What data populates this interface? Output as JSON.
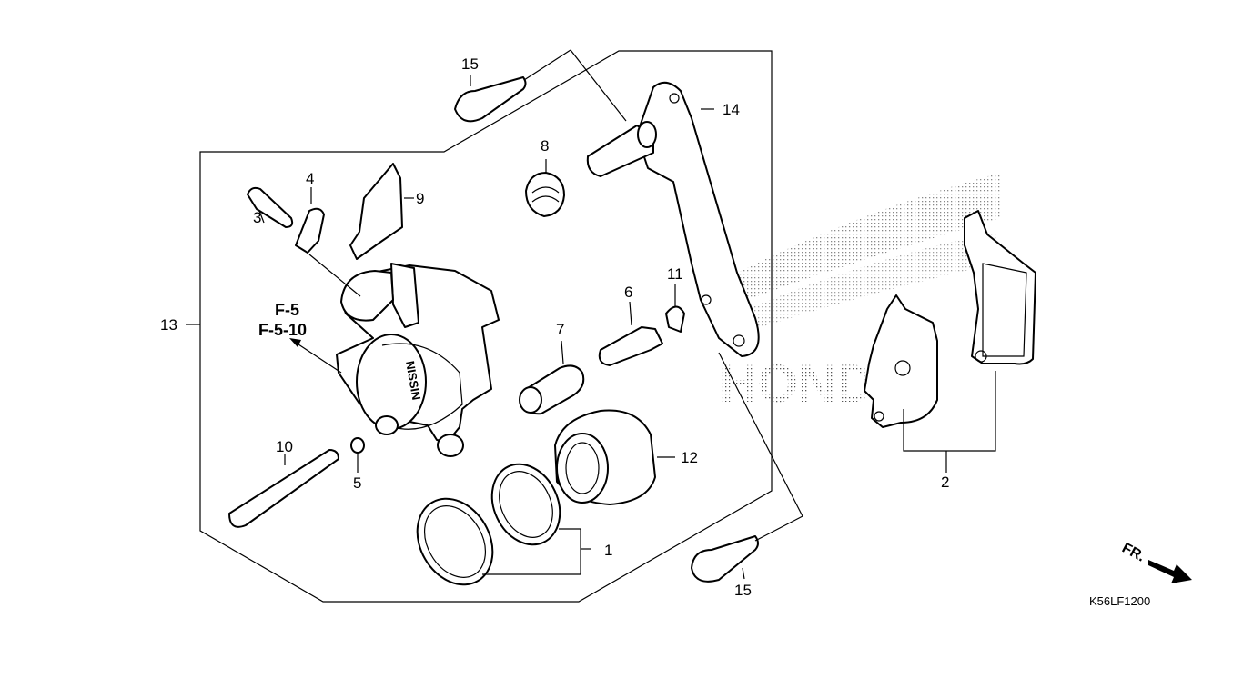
{
  "diagram": {
    "callouts": {
      "c1": "1",
      "c2": "2",
      "c3": "3",
      "c4": "4",
      "c5": "5",
      "c6": "6",
      "c7": "7",
      "c8": "8",
      "c9": "9",
      "c10": "10",
      "c11": "11",
      "c12": "12",
      "c13": "13",
      "c14": "14",
      "c15a": "15",
      "c15b": "15"
    },
    "references": [
      "F-5",
      "F-5-10"
    ],
    "direction_label": "FR.",
    "diagram_code": "K56LF1200",
    "watermark": "HONDA",
    "caliper_emboss": "NISSIN"
  }
}
